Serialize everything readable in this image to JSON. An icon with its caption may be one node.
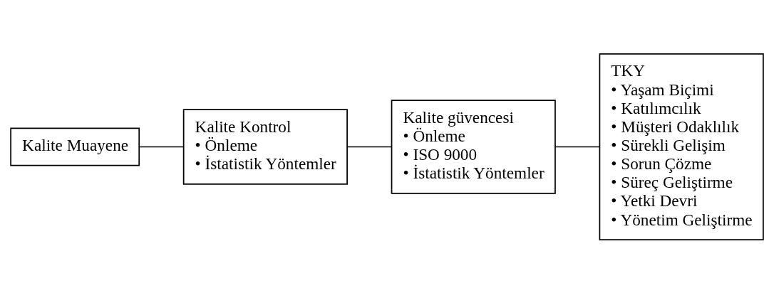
{
  "diagram": {
    "nodes": [
      {
        "text": [
          "Kalite Muayene"
        ]
      },
      {
        "text": [
          "Kalite Kontrol",
          "• Önleme",
          "• İstatistik Yöntemler"
        ]
      },
      {
        "text": [
          "Kalite güvencesi",
          "• Önleme",
          "• ISO 9000",
          "• İstatistik Yöntemler"
        ]
      },
      {
        "text": [
          "TKY",
          "• Yaşam Biçimi",
          "• Katılımcılık",
          "• Müşteri Odaklılık",
          "• Sürekli Gelişim",
          "• Sorun Çözme",
          "• Süreç Geliştirme",
          "• Yetki Devri",
          "• Yönetim Geliştirme"
        ]
      }
    ],
    "edges": [
      {
        "from": 0,
        "to": 1,
        "arrow": "none"
      },
      {
        "from": 1,
        "to": 2,
        "arrow": "none"
      },
      {
        "from": 2,
        "to": 3,
        "arrow": "none"
      }
    ]
  }
}
